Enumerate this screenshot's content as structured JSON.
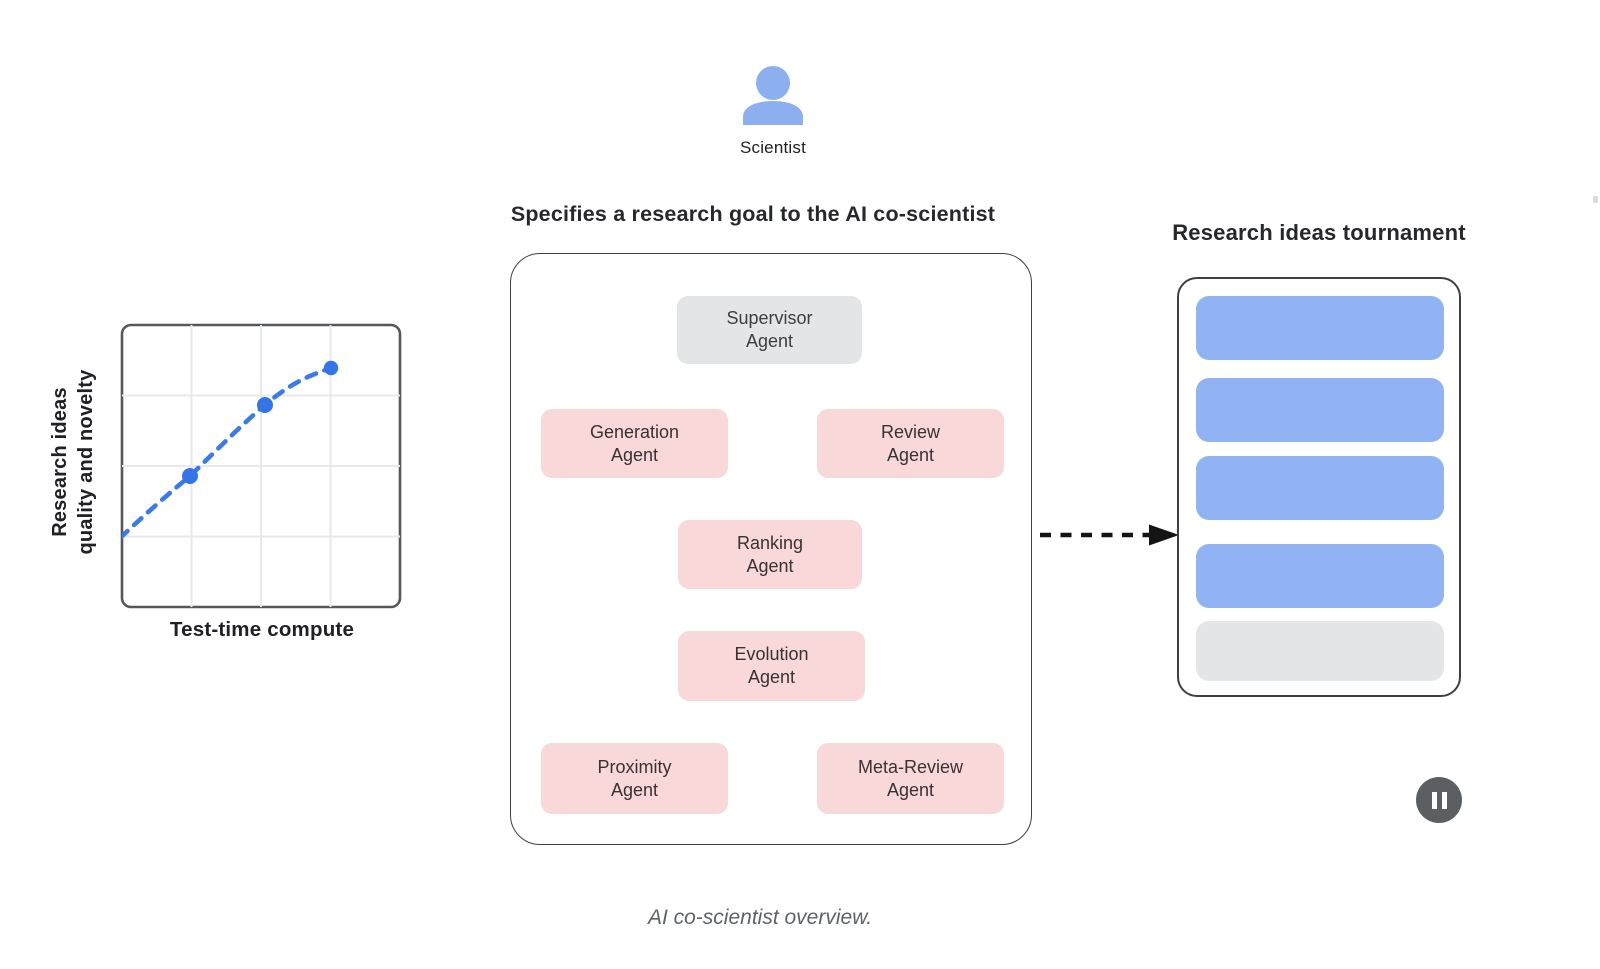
{
  "scientist": {
    "label": "Scientist"
  },
  "flow_title": "Specifies a research goal to the AI co-scientist",
  "center_box": {
    "agents": [
      {
        "label": "Supervisor\nAgent",
        "variant": "gray"
      },
      {
        "label": "Generation\nAgent",
        "variant": "pink"
      },
      {
        "label": "Review\nAgent",
        "variant": "pink"
      },
      {
        "label": "Ranking\nAgent",
        "variant": "pink"
      },
      {
        "label": "Evolution\nAgent",
        "variant": "pink"
      },
      {
        "label": "Proximity\nAgent",
        "variant": "pink"
      },
      {
        "label": "Meta-Review\nAgent",
        "variant": "pink"
      }
    ]
  },
  "tournament": {
    "title": "Research ideas tournament",
    "bars": [
      {
        "color": "blue"
      },
      {
        "color": "blue"
      },
      {
        "color": "blue"
      },
      {
        "color": "blue"
      },
      {
        "color": "gray"
      }
    ]
  },
  "chart_data": {
    "type": "line",
    "title": "",
    "xlabel": "Test-time compute",
    "ylabel": "Research ideas\nquality and novelty",
    "x": [
      0,
      0.25,
      0.51,
      0.75
    ],
    "y": [
      0.26,
      0.47,
      0.73,
      0.86
    ],
    "marked_points": [
      [
        0.25,
        0.47
      ],
      [
        0.51,
        0.73
      ],
      [
        0.75,
        0.86
      ]
    ],
    "xlim": [
      0,
      1
    ],
    "ylim": [
      0,
      1
    ],
    "grid": true,
    "tick_labels": "none (qualitative axes)",
    "line_style": "dashed",
    "line_color": "#3b7ae8"
  },
  "caption": "AI co-scientist overview.",
  "player": {
    "pause_label": "Pause"
  },
  "colors": {
    "agent_pink": "#f8d8d8",
    "agent_gray": "#e3e5e7",
    "bar_blue": "#91b3f4",
    "bar_gray": "#e3e5e6",
    "chart_line_blue": "#3b7ae8",
    "icon_blue": "#8cafef",
    "caption_gray": "#5f6368",
    "text_dark": "#202124",
    "pause_button_bg": "#5b5e62"
  }
}
